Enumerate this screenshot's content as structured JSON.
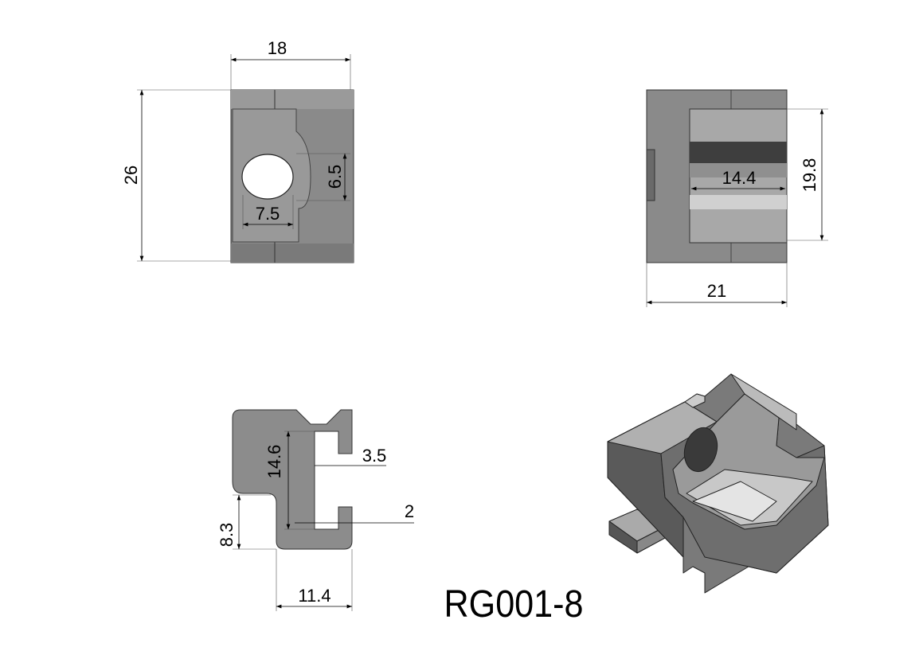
{
  "part_number": "RG001-8",
  "front_view": {
    "width": "18",
    "height": "26",
    "hole_height": "6.5",
    "hole_width": "7.5"
  },
  "side_view": {
    "inner_width": "14.4",
    "inner_height": "19.8",
    "width": "21"
  },
  "section_view": {
    "slot_height": "14.6",
    "opening": "3.5",
    "lip": "2",
    "step_height": "8.3",
    "width": "11.4"
  },
  "colors": {
    "body": "#8c8c8c",
    "dark": "#3c3c3c",
    "light": "#c8c8c8"
  }
}
